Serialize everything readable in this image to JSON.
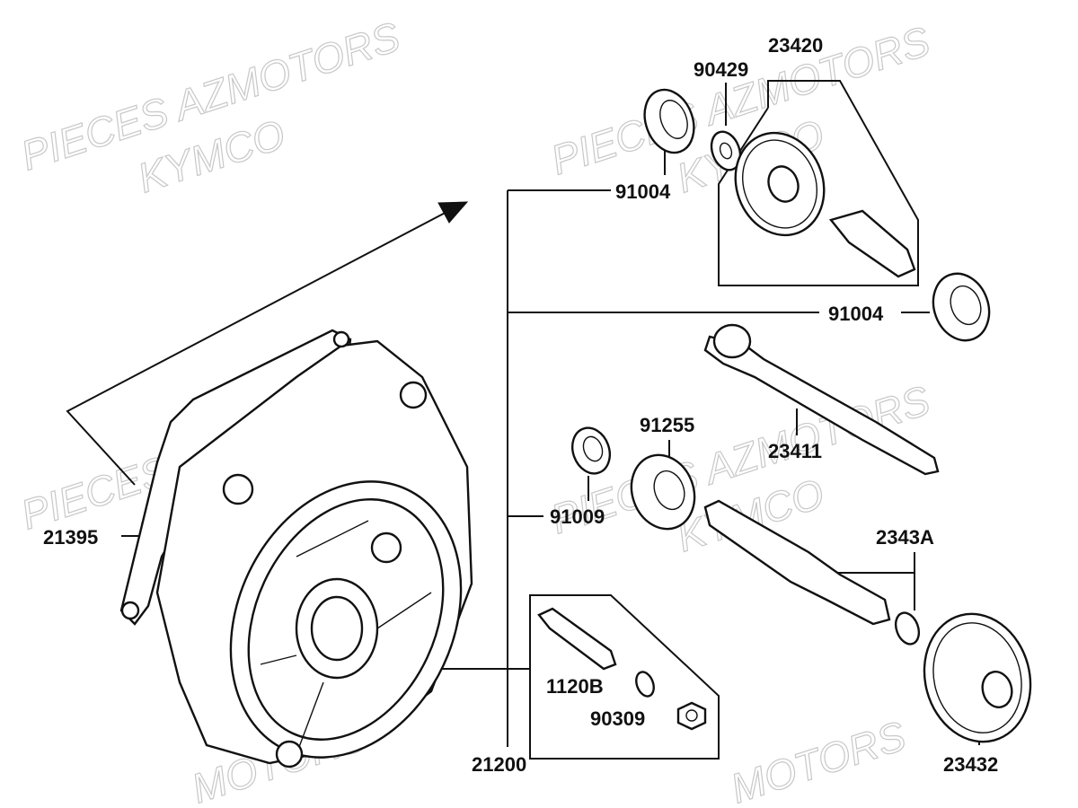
{
  "watermark": {
    "line1": "PIECES AZMOTORS",
    "line2": "KYMCO",
    "line3": "MOTORS"
  },
  "parts": {
    "p23420": "23420",
    "p90429": "90429",
    "p91004_top": "91004",
    "p91004_mid": "91004",
    "p91255": "91255",
    "p23411": "23411",
    "p91009": "91009",
    "p21395": "21395",
    "p2343A": "2343A",
    "p1120B": "1120B",
    "p90309": "90309",
    "p21200": "21200",
    "p23432": "23432"
  }
}
